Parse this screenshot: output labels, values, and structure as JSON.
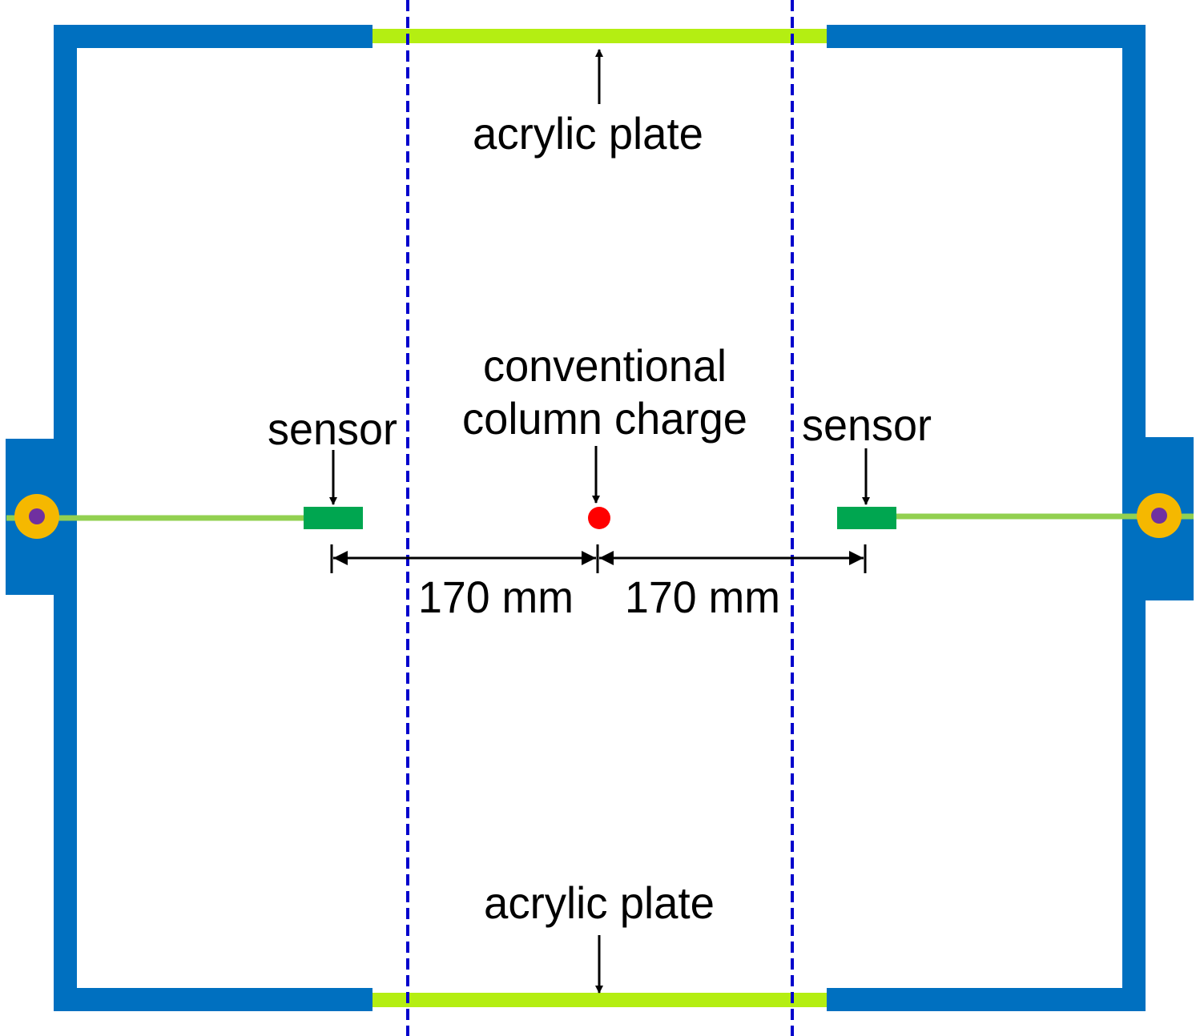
{
  "labels": {
    "acrylic_top": "acrylic plate",
    "acrylic_bottom": "acrylic plate",
    "sensor_left": "sensor",
    "sensor_right": "sensor",
    "charge_line1": "conventional",
    "charge_line2": "column charge",
    "dim_left": "170 mm",
    "dim_right": "170 mm"
  },
  "colors": {
    "frame": "#0070c0",
    "acrylic": "#b4ee12",
    "sensor": "#00a650",
    "charge": "#ff0000",
    "cable": "#92d050",
    "port_outer": "#f5b800",
    "port_inner": "#7030a0",
    "dashed": "#0000cc"
  }
}
